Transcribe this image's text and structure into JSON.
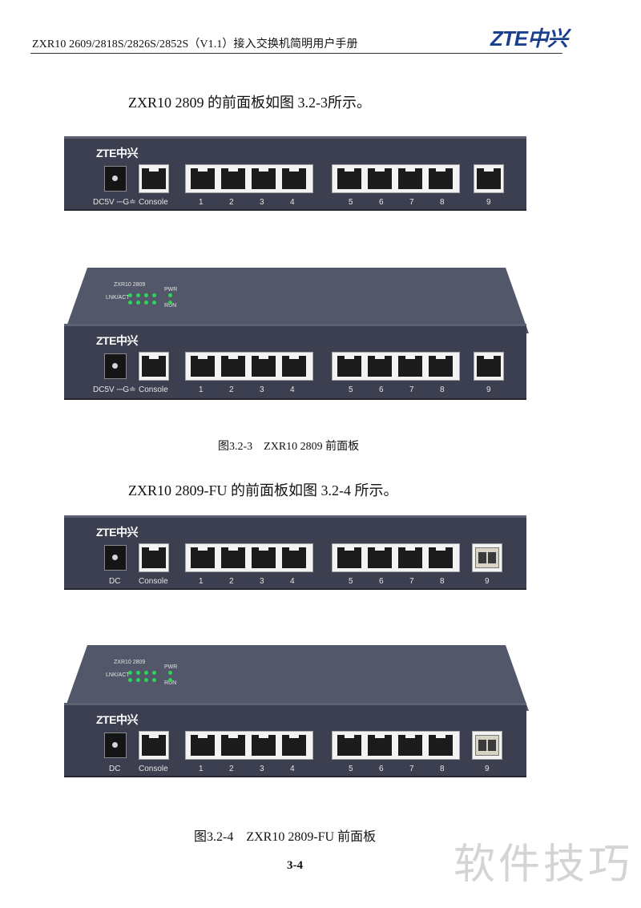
{
  "header": {
    "title": "ZXR10 2609/2818S/2826S/2852S（V1.1）接入交换机简明用户手册",
    "logo": "ZTE中兴"
  },
  "body": {
    "para1": "ZXR10 2809 的前面板如图 3.2-3所示。",
    "caption1": "图3.2-3　ZXR10 2809 前面板",
    "para2": "ZXR10 2809-FU 的前面板如图 3.2-4 所示。",
    "caption2": "图3.2-4　ZXR10 2809-FU 前面板"
  },
  "panels": {
    "brand": "ZTE中兴",
    "console_label": "Console",
    "port_labels": [
      "1",
      "2",
      "3",
      "4",
      "5",
      "6",
      "7",
      "8",
      "9"
    ],
    "dc_label_2809": "DC5V ⎓G≐",
    "dc_label_fu": "DC",
    "top_model_2809": "ZXR10 2809",
    "top_model_fu": "ZXR10 2809",
    "top_led_labels": {
      "pwr": "PWR",
      "run": "RUN",
      "lnk": "LNK/ACT"
    }
  },
  "footer": {
    "page_number": "3-4"
  },
  "watermark": "软件技巧"
}
